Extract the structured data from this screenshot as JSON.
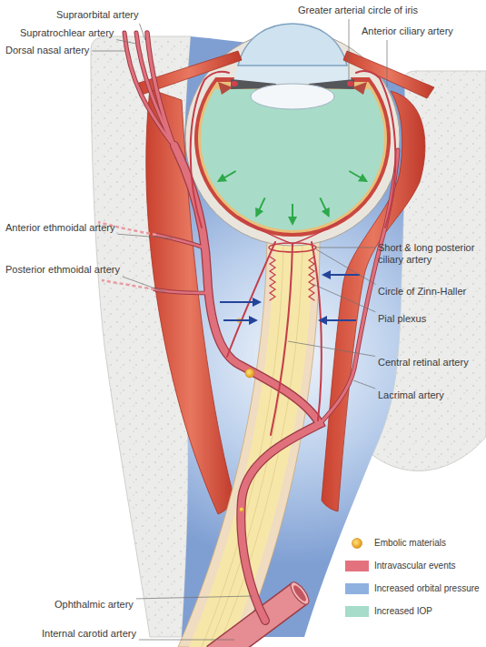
{
  "diagram": {
    "labels": [
      "Supraorbital artery",
      "Supratrochlear artery",
      "Dorsal nasal artery",
      "Greater arterial circle of iris",
      "Anterior ciliary artery",
      "Anterior ethmoidal artery",
      "Posterior ethmoidal artery",
      "Short & long posterior ciliary artery",
      "Circle of Zinn-Haller",
      "Pial plexus",
      "Central retinal artery",
      "Lacrimal artery",
      "Ophthalmic artery",
      "Internal carotid artery"
    ],
    "legend": [
      {
        "text": "Embolic materials"
      },
      {
        "text": "Intravascular events",
        "color": "#e4727e"
      },
      {
        "text": "Increased orbital pressure",
        "color": "#8fb1e0"
      },
      {
        "text": "Increased IOP",
        "color": "#a6dcc9"
      }
    ]
  }
}
